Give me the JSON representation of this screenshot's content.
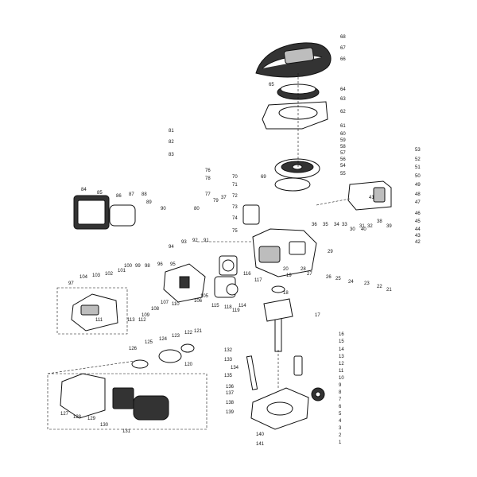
{
  "parts": [
    {
      "n": "1"
    },
    {
      "n": "2"
    },
    {
      "n": "3"
    },
    {
      "n": "4"
    },
    {
      "n": "5"
    },
    {
      "n": "6"
    },
    {
      "n": "7"
    },
    {
      "n": "8"
    },
    {
      "n": "9"
    },
    {
      "n": "10"
    },
    {
      "n": "11"
    },
    {
      "n": "12"
    },
    {
      "n": "13"
    },
    {
      "n": "14"
    },
    {
      "n": "15"
    },
    {
      "n": "16"
    },
    {
      "n": "17"
    },
    {
      "n": "18"
    },
    {
      "n": "19"
    },
    {
      "n": "20"
    },
    {
      "n": "21"
    },
    {
      "n": "22"
    },
    {
      "n": "23"
    },
    {
      "n": "24"
    },
    {
      "n": "25"
    },
    {
      "n": "26"
    },
    {
      "n": "27"
    },
    {
      "n": "28"
    },
    {
      "n": "29"
    },
    {
      "n": "30"
    },
    {
      "n": "31"
    },
    {
      "n": "32"
    },
    {
      "n": "33"
    },
    {
      "n": "34"
    },
    {
      "n": "35"
    },
    {
      "n": "36"
    },
    {
      "n": "37"
    },
    {
      "n": "38"
    },
    {
      "n": "39"
    },
    {
      "n": "40"
    },
    {
      "n": "41"
    },
    {
      "n": "42"
    },
    {
      "n": "43"
    },
    {
      "n": "44"
    },
    {
      "n": "45"
    },
    {
      "n": "46"
    },
    {
      "n": "47"
    },
    {
      "n": "48"
    },
    {
      "n": "49"
    },
    {
      "n": "50"
    },
    {
      "n": "51"
    },
    {
      "n": "52"
    },
    {
      "n": "53"
    },
    {
      "n": "54"
    },
    {
      "n": "55"
    },
    {
      "n": "56"
    },
    {
      "n": "57"
    },
    {
      "n": "58"
    },
    {
      "n": "59"
    },
    {
      "n": "60"
    },
    {
      "n": "61"
    },
    {
      "n": "62"
    },
    {
      "n": "63"
    },
    {
      "n": "64"
    },
    {
      "n": "65"
    },
    {
      "n": "66"
    },
    {
      "n": "67"
    },
    {
      "n": "68"
    },
    {
      "n": "69"
    },
    {
      "n": "70"
    },
    {
      "n": "71"
    },
    {
      "n": "72"
    },
    {
      "n": "73"
    },
    {
      "n": "74"
    },
    {
      "n": "75"
    },
    {
      "n": "76"
    },
    {
      "n": "77"
    },
    {
      "n": "78"
    },
    {
      "n": "79"
    },
    {
      "n": "80"
    },
    {
      "n": "81"
    },
    {
      "n": "82"
    },
    {
      "n": "83"
    },
    {
      "n": "84"
    },
    {
      "n": "85"
    },
    {
      "n": "86"
    },
    {
      "n": "87"
    },
    {
      "n": "88"
    },
    {
      "n": "89"
    },
    {
      "n": "90"
    },
    {
      "n": "91"
    },
    {
      "n": "92"
    },
    {
      "n": "93"
    },
    {
      "n": "94"
    },
    {
      "n": "95"
    },
    {
      "n": "96"
    },
    {
      "n": "97"
    },
    {
      "n": "98"
    },
    {
      "n": "99"
    },
    {
      "n": "100"
    },
    {
      "n": "101"
    },
    {
      "n": "102"
    },
    {
      "n": "103"
    },
    {
      "n": "104"
    },
    {
      "n": "105"
    },
    {
      "n": "106"
    },
    {
      "n": "107"
    },
    {
      "n": "108"
    },
    {
      "n": "109"
    },
    {
      "n": "110"
    },
    {
      "n": "111"
    },
    {
      "n": "112"
    },
    {
      "n": "113"
    },
    {
      "n": "114"
    },
    {
      "n": "115"
    },
    {
      "n": "116"
    },
    {
      "n": "117"
    },
    {
      "n": "118"
    },
    {
      "n": "119"
    },
    {
      "n": "120"
    },
    {
      "n": "121"
    },
    {
      "n": "122"
    },
    {
      "n": "123"
    },
    {
      "n": "124"
    },
    {
      "n": "125"
    },
    {
      "n": "126"
    },
    {
      "n": "127"
    },
    {
      "n": "128"
    },
    {
      "n": "129"
    },
    {
      "n": "130"
    },
    {
      "n": "131"
    },
    {
      "n": "132"
    },
    {
      "n": "133"
    },
    {
      "n": "134"
    },
    {
      "n": "135"
    },
    {
      "n": "136"
    },
    {
      "n": "137"
    },
    {
      "n": "138"
    },
    {
      "n": "139"
    },
    {
      "n": "140"
    },
    {
      "n": "141"
    }
  ],
  "colors": {
    "ink": "#111111",
    "paper": "#ffffff",
    "shade": "#333333",
    "mid": "#bdbdbd"
  }
}
